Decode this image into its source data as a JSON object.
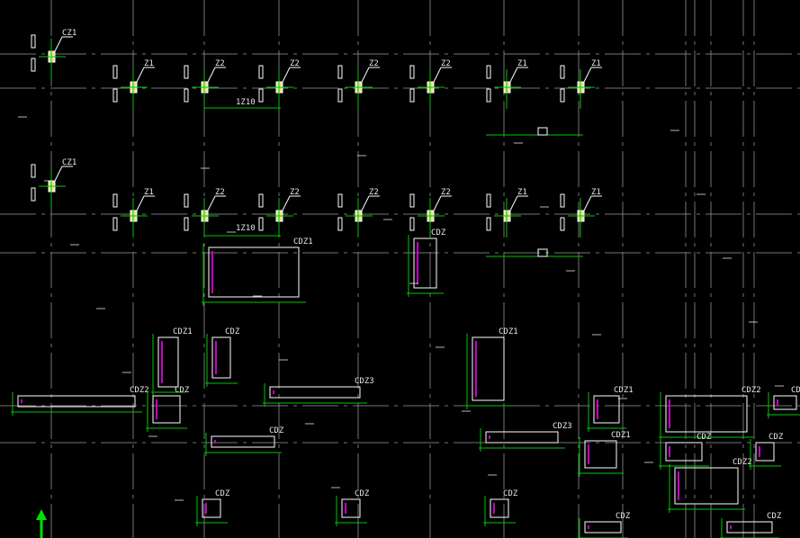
{
  "viewport": {
    "background": "#000000",
    "grid_color": "#9a9a9a",
    "line_white": "#ffffff",
    "line_green": "#00c800",
    "line_magenta": "#c800c8",
    "hatch_yellow": "#e6e68c"
  },
  "labels": {
    "top_row": [
      "CZ1",
      "Z1",
      "Z2",
      "Z2",
      "Z2",
      "Z2",
      "Z1",
      "Z1"
    ],
    "mid_row": [
      "CZ1",
      "Z1",
      "Z2",
      "Z2",
      "Z2",
      "Z2",
      "Z1",
      "Z1"
    ],
    "beam_codes": [
      "1Z10",
      "1Z10"
    ],
    "lower_cluster": [
      "CDZ1",
      "CDZ",
      "CDZ1",
      "CDZ",
      "CDZ1",
      "CDZ2",
      "CDZ3",
      "CDZ1",
      "CDZ2",
      "CDZ",
      "CDZ3",
      "CDZ1",
      "CDZ2",
      "CDZ",
      "CDZ",
      "CDZ",
      "CDZ",
      "CDZ",
      "CDZ",
      "CDZ",
      "CDZ",
      "CDZ"
    ]
  },
  "ucs_icon": "ucs-arrow-icon"
}
